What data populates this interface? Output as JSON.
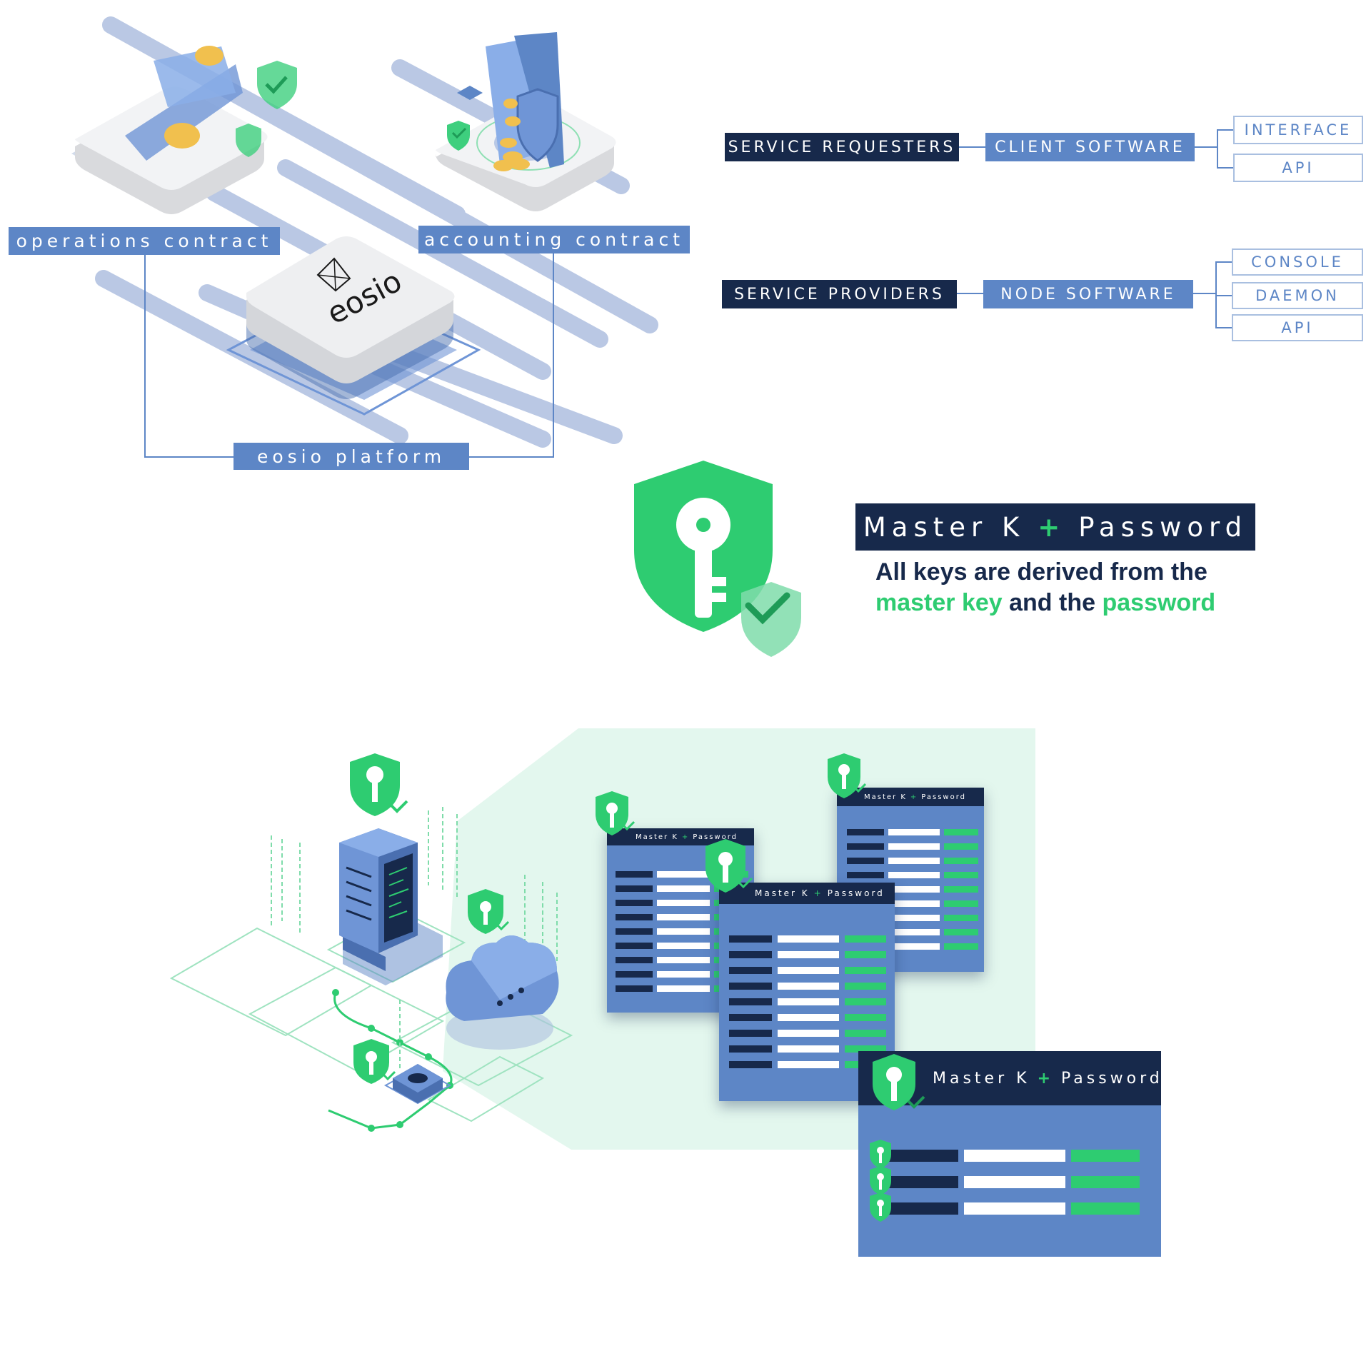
{
  "top_diagram": {
    "operations_label": "operations contract",
    "accounting_label": "accounting contract",
    "platform_label": "eosio platform",
    "logo_text": "eosio"
  },
  "architecture": {
    "service_requesters": "SERVICE REQUESTERS",
    "client_software": "CLIENT SOFTWARE",
    "client_items": [
      "INTERFACE",
      "API"
    ],
    "service_providers": "SERVICE PROVIDERS",
    "node_software": "NODE SOFTWARE",
    "node_items": [
      "CONSOLE",
      "DAEMON",
      "API"
    ]
  },
  "master_key": {
    "banner_left": "Master K",
    "banner_plus": "+",
    "banner_right": "Password",
    "line1": "All keys are derived from the",
    "line2_a": "master key",
    "line2_b": " and the ",
    "line2_c": "password"
  },
  "panels": {
    "title_left": "Master K",
    "title_plus": "+",
    "title_right": "Password"
  },
  "colors": {
    "navy": "#17294b",
    "blue": "#5d86c6",
    "green": "#2ecc71",
    "light_mint": "#e3f7ee"
  }
}
